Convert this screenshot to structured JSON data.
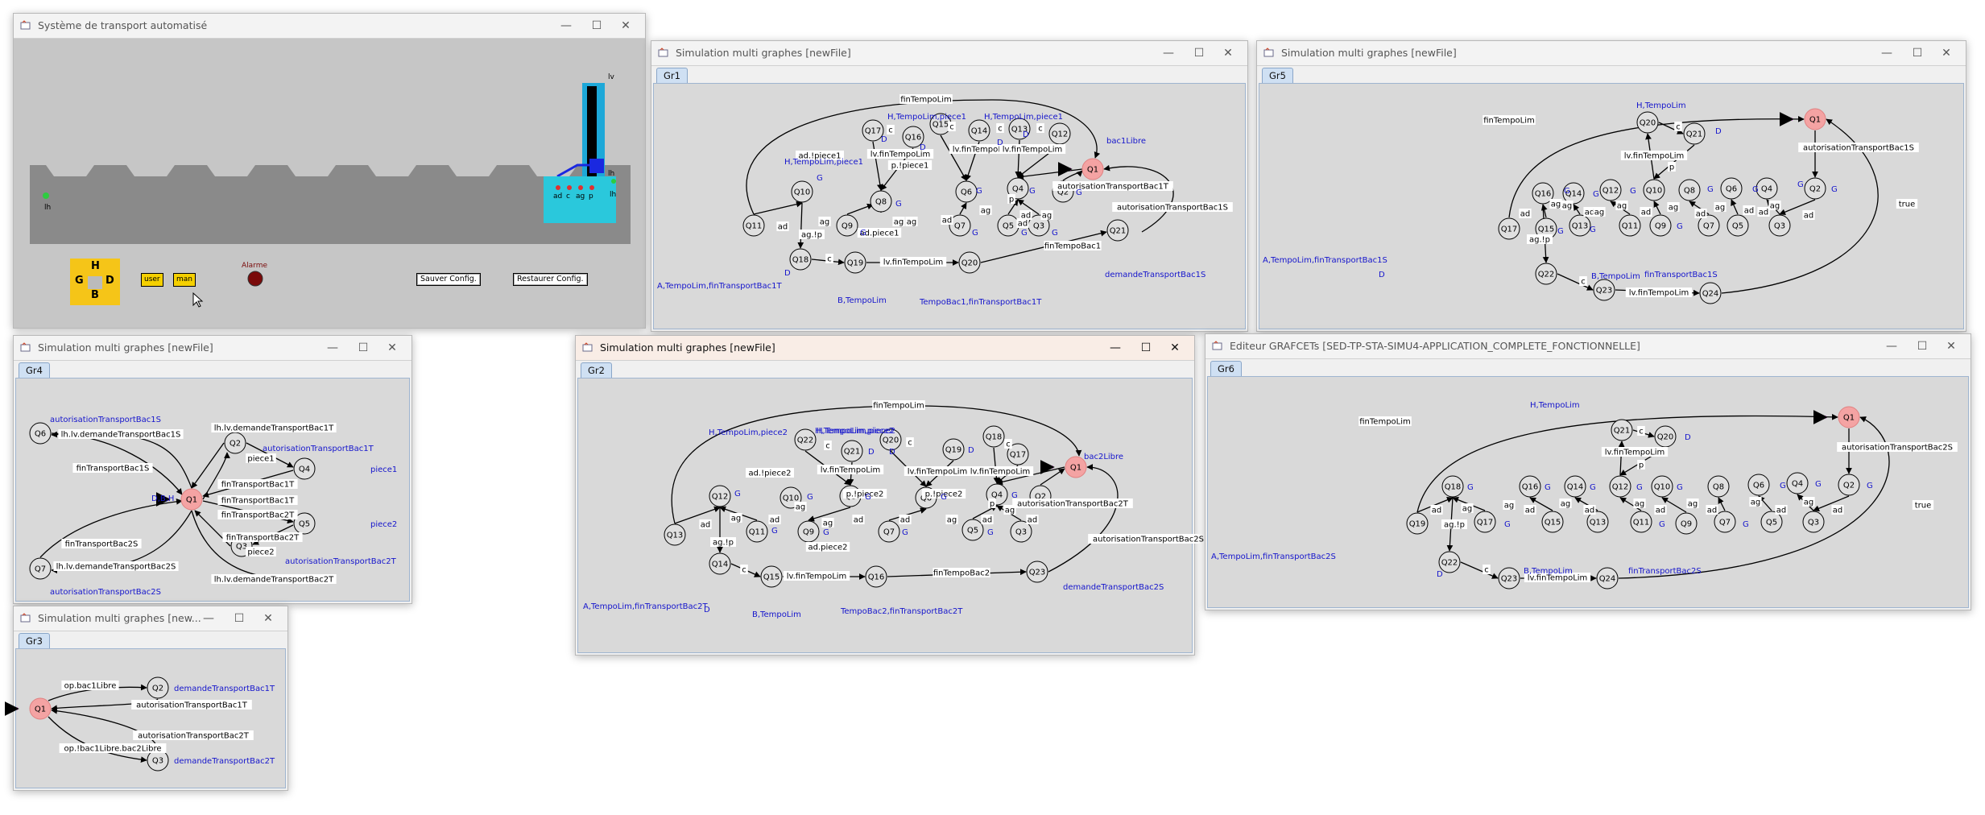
{
  "colors": {
    "step": "#e0e0e0",
    "active_step": "#f4a3a3",
    "label_blue": "#1515cc",
    "arrow_magenta": "#e600e6",
    "panel_yellow": "#f5c518",
    "tank_cyan": "#2ac8dc"
  },
  "icons": {
    "minimize": "minimize-icon",
    "maximize": "maximize-icon",
    "close": "close-icon",
    "app": "java-cup-icon"
  },
  "controls": {
    "minimize": "—",
    "maximize": "☐",
    "close": "✕"
  },
  "windows": {
    "sim": {
      "title": "Système de transport automatisé"
    },
    "gr1": {
      "title": "Simulation multi graphes [newFile]",
      "tab": "Gr1"
    },
    "gr5": {
      "title": "Simulation multi graphes [newFile]",
      "tab": "Gr5"
    },
    "gr4": {
      "title": "Simulation multi graphes [newFile]",
      "tab": "Gr4"
    },
    "gr2": {
      "title": "Simulation multi graphes [newFile]",
      "tab": "Gr2"
    },
    "gr6": {
      "title": "Editeur GRAFCETs [SED-TP-STA-SIMU4-APPLICATION_COMPLETE_FONCTIONNELLE]",
      "tab": "Gr6"
    },
    "gr3": {
      "title": "Simulation multi graphes [new...",
      "tab": "Gr3"
    }
  },
  "sim": {
    "lh_left": "lh",
    "lv": "lv",
    "lh_right": "lh",
    "lh_right2": "lh",
    "sensors": [
      "ad",
      "c",
      "ag",
      "p"
    ],
    "pad": {
      "h": "H",
      "g": "G",
      "d": "D",
      "b": "B"
    },
    "user_btn": "user",
    "man_btn": "man",
    "alarm_label": "Alarme",
    "save_btn": "Sauver Config.",
    "restore_btn": "Restaurer Config."
  },
  "gr1": {
    "steps": [
      "Q1",
      "Q2",
      "Q3",
      "Q4",
      "Q5",
      "Q6",
      "Q7",
      "Q8",
      "Q9",
      "Q10",
      "Q11",
      "Q12",
      "Q13",
      "Q14",
      "Q15",
      "Q16",
      "Q17",
      "Q18",
      "Q19",
      "Q20",
      "Q21"
    ],
    "transitions": [
      "finTempoLim",
      "ad.!piece1",
      "p.!piece1",
      "lv.finTempoLim",
      "lv.finTempoLim",
      "lv.finTempoLim",
      "ad.piece1",
      "ag.!p",
      "autorisationTransportBac1T",
      "autorisationTransportBac1S",
      "finTempoBac1",
      "lv.finTempoLim",
      "ad",
      "ag",
      "c",
      "p",
      "ag",
      "ad",
      "ag",
      "ad",
      "ag",
      "ad",
      "ag",
      "c",
      "c",
      "c",
      "c"
    ],
    "actions": [
      "H,TempoLim,piece1",
      "H,TempoLim,piece1",
      "H,TempoLim,piece1",
      "bac1Libre",
      "A,TempoLim,finTransportBac1T",
      "B,TempoLim",
      "TempoBac1,finTransportBac1T",
      "demandeTransportBac1S",
      "D",
      "G",
      "G",
      "G",
      "G",
      "G",
      "G",
      "G",
      "G",
      "G",
      "D",
      "D",
      "D",
      "D"
    ]
  },
  "gr5": {
    "steps": [
      "Q1",
      "Q2",
      "Q3",
      "Q4",
      "Q5",
      "Q6",
      "Q7",
      "Q8",
      "Q9",
      "Q10",
      "Q11",
      "Q12",
      "Q13",
      "Q14",
      "Q15",
      "Q16",
      "Q17",
      "Q20",
      "Q21",
      "Q22",
      "Q23",
      "Q24"
    ],
    "transitions": [
      "finTempoLim",
      "autorisationTransportBac1S",
      "true",
      "lv.finTempoLim",
      "lv.finTempoLim",
      "ag.!p",
      "c",
      "c",
      "p",
      "ad",
      "ag",
      "ad",
      "ag",
      "ad",
      "ag",
      "ad",
      "ag",
      "ad",
      "ag",
      "ad",
      "ag",
      "ad",
      "ag"
    ],
    "actions": [
      "H,TempoLim",
      "A,TempoLim,finTransportBac1S",
      "B,TempoLim",
      "finTransportBac1S",
      "D",
      "D",
      "G",
      "G",
      "G",
      "G",
      "G",
      "G",
      "G",
      "G",
      "G",
      "G"
    ]
  },
  "gr4": {
    "steps": [
      "Q1",
      "Q2",
      "Q3",
      "Q4",
      "Q5",
      "Q6",
      "Q7"
    ],
    "transitions": [
      "lh.lv.demandeTransportBac1T",
      "lh.lv.demandeTransportBac1S",
      "finTransportBac1S",
      "finTransportBac1T",
      "finTransportBac1T",
      "finTransportBac2T",
      "piece1",
      "finTransportBac2S",
      "finTransportBac2T",
      "piece2",
      "lh.lv.demandeTransportBac2S",
      "lh.lv.demandeTransportBac2T"
    ],
    "actions": [
      "autorisationTransportBac1S",
      "autorisationTransportBac1T",
      "piece1",
      "piece2",
      "autorisationTransportBac2T",
      "autorisationTransportBac2S",
      "D,B,H"
    ]
  },
  "gr2": {
    "steps": [
      "Q1",
      "Q2",
      "Q3",
      "Q4",
      "Q5",
      "Q6",
      "Q7",
      "Q8",
      "Q9",
      "Q10",
      "Q11",
      "Q12",
      "Q13",
      "Q14",
      "Q15",
      "Q16",
      "Q17",
      "Q18",
      "Q19",
      "Q20",
      "Q21",
      "Q22",
      "Q23"
    ],
    "transitions": [
      "finTempoLim",
      "ad.!piece2",
      "lv.finTempoLim",
      "lv.finTempoLim",
      "lv.finTempoLim",
      "p.!piece2",
      "p.!piece2",
      "ad.piece2",
      "ag.!p",
      "autorisationTransportBac2T",
      "autorisationTransportBac2S",
      "finTempoBac2",
      "lv.finTempoLim",
      "c",
      "c",
      "c",
      "c",
      "p",
      "ad",
      "ag",
      "ad",
      "ag",
      "ad",
      "ag",
      "ad",
      "ag",
      "ad",
      "ag",
      "ad"
    ],
    "actions": [
      "H,TempoLim,piece2",
      "H,TempoLim,piece2",
      "H,TempoLim,piece2",
      "bac2Libre",
      "A,TempoLim,finTransportBac2T",
      "B,TempoLim",
      "TempoBac2,finTransportBac2T",
      "demandeTransportBac2S",
      "D",
      "D",
      "D",
      "D",
      "G",
      "G",
      "G",
      "G",
      "G",
      "G",
      "G",
      "G",
      "G"
    ]
  },
  "gr6": {
    "steps": [
      "Q1",
      "Q2",
      "Q3",
      "Q4",
      "Q5",
      "Q6",
      "Q7",
      "Q8",
      "Q9",
      "Q10",
      "Q11",
      "Q12",
      "Q13",
      "Q14",
      "Q15",
      "Q16",
      "Q17",
      "Q18",
      "Q19",
      "Q20",
      "Q21",
      "Q22",
      "Q23",
      "Q24"
    ],
    "transitions": [
      "finTempoLim",
      "autorisationTransportBac2S",
      "true",
      "lv.finTempoLim",
      "lv.finTempoLim",
      "c",
      "c",
      "p",
      "ag.!p",
      "ad",
      "ag",
      "ad",
      "ag",
      "ad",
      "ag",
      "ad",
      "ag",
      "ad",
      "ag",
      "ad",
      "ag",
      "ad",
      "ag"
    ],
    "actions": [
      "H,TempoLim",
      "A,TempoLim,finTransportBac2S",
      "B,TempoLim",
      "finTransportBac2S",
      "D",
      "D",
      "G",
      "G",
      "G",
      "G",
      "G",
      "G",
      "G",
      "G",
      "G",
      "G",
      "G"
    ]
  },
  "gr3": {
    "steps": [
      "Q1",
      "Q2",
      "Q3"
    ],
    "transitions": [
      "op.bac1Libre",
      "autorisationTransportBac1T",
      "autorisationTransportBac2T",
      "op.!bac1Libre.bac2Libre"
    ],
    "actions": [
      "demandeTransportBac1T",
      "demandeTransportBac2T"
    ]
  }
}
